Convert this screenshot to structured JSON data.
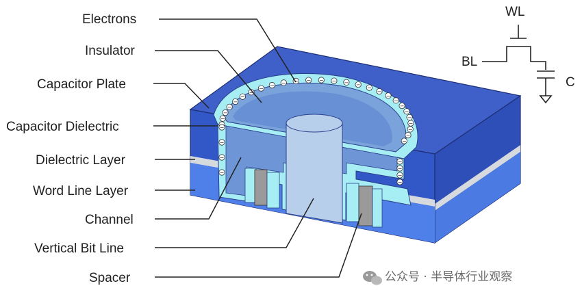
{
  "labels": {
    "electrons": "Electrons",
    "insulator": "Insulator",
    "capacitor_plate": "Capacitor Plate",
    "capacitor_dielectric": "Capacitor Dielectric",
    "dielectric_layer": "Dielectric Layer",
    "word_line_layer": "Word Line Layer",
    "channel": "Channel",
    "vertical_bit_line": "Vertical Bit Line",
    "spacer": "Spacer"
  },
  "circuit": {
    "wl": "WL",
    "bl": "BL",
    "c": "C"
  },
  "watermark": {
    "text": "公众号 · 半导体行业观察"
  },
  "electron_symbol": "−",
  "colors": {
    "block_top": "#3a5cc4",
    "block_front": "#2f52bf",
    "block_right": "#3250c0",
    "word_line": "#4d7de6",
    "dielectric_layer": "#cfd3d8",
    "cap_dielectric": "#a8f2f6",
    "cap_plate": "#7fa7dc",
    "insulator": "#6f97d8",
    "bit_line": "#b9d0ec",
    "spacer": "#9a9a9a"
  }
}
